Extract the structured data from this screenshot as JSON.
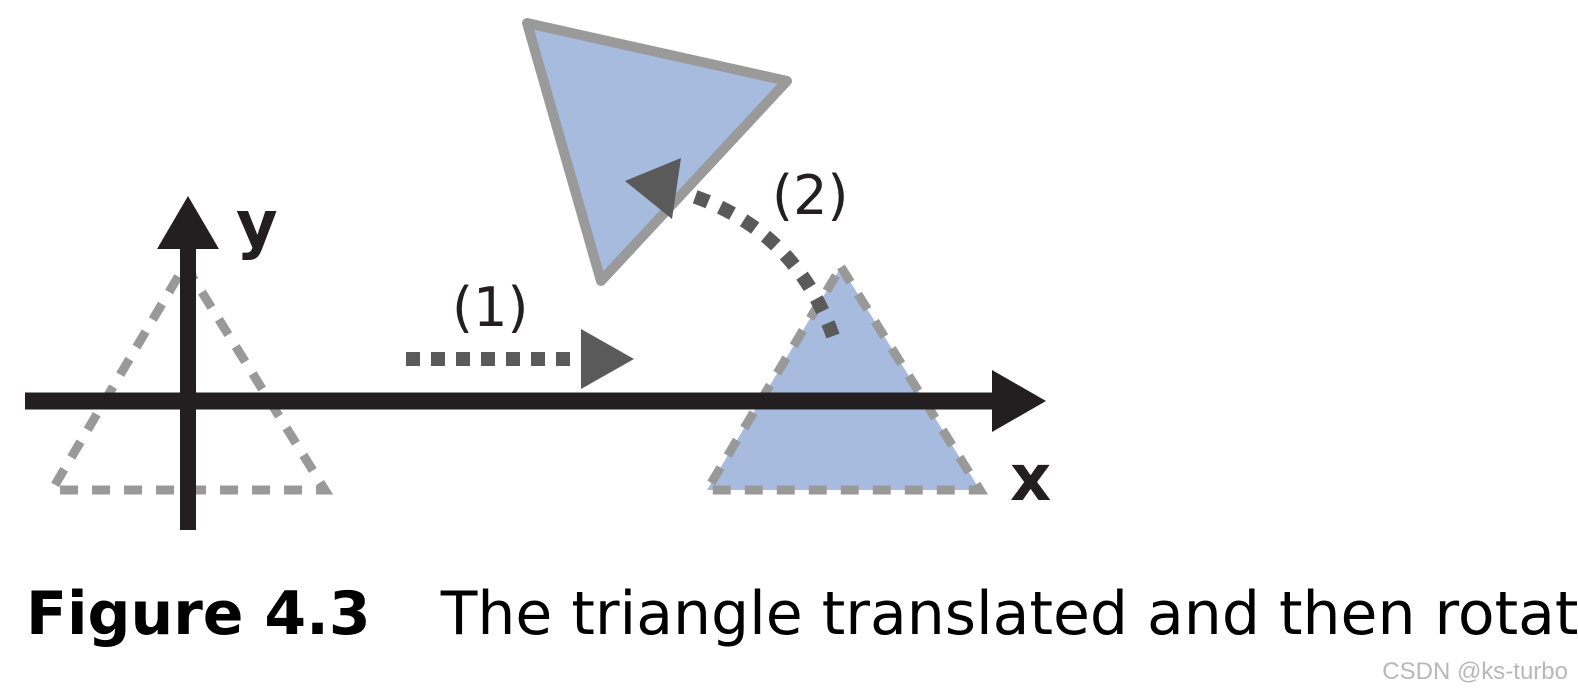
{
  "diagram": {
    "axes": {
      "x_label": "x",
      "y_label": "y"
    },
    "steps": [
      {
        "label": "(1)"
      },
      {
        "label": "(2)"
      }
    ],
    "colors": {
      "axis": "#231f20",
      "triangle_fill": "#a7bbde",
      "triangle_outline": "#9a9a9a",
      "dotted_outline": "#999999",
      "arrow": "#5a5a5a"
    }
  },
  "caption": {
    "figure_number": "Figure 4.3",
    "text": "The triangle translated and then rotated"
  },
  "watermark": "CSDN @ks-turbo"
}
